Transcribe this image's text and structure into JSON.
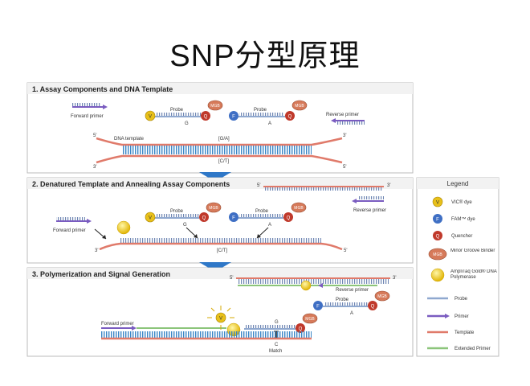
{
  "title": "SNP分型原理",
  "panels": [
    {
      "heading": "1. Assay Components and DNA Template"
    },
    {
      "heading": "2. Denatured Template and Annealing Assay Components"
    },
    {
      "heading": "3. Polymerization and Signal Generation"
    }
  ],
  "labels": {
    "probe": "Probe",
    "forward_primer": "Forward primer",
    "reverse_primer": "Reverse primer",
    "dna_template": "DNA template",
    "g_a": "[G/A]",
    "c_t": "[C/T]",
    "five_prime": "5'",
    "three_prime": "3'",
    "allele_g": "G",
    "allele_a": "A",
    "allele_c": "C",
    "match": "Match"
  },
  "glyphs": {
    "vic": "V",
    "fam": "F",
    "quencher": "Q",
    "mgb": "MGB"
  },
  "legend": {
    "title": "Legend",
    "items": [
      {
        "icon": "vic-dye-icon",
        "label": "VIC® dye"
      },
      {
        "icon": "fam-dye-icon",
        "label": "FAM™ dye"
      },
      {
        "icon": "quencher-icon",
        "label": "Quencher"
      },
      {
        "icon": "mgb-icon",
        "label": "Minor Groove Binder"
      },
      {
        "icon": "polymerase-icon",
        "label": "AmpliTaq Gold® DNA Polymerase"
      },
      {
        "icon": "probe-line-icon",
        "label": "Probe"
      },
      {
        "icon": "primer-line-icon",
        "label": "Primer"
      },
      {
        "icon": "template-line-icon",
        "label": "Template"
      },
      {
        "icon": "extended-primer-line-icon",
        "label": "Extended Primer"
      }
    ]
  },
  "colors": {
    "vic": "#e8c01a",
    "fam": "#3f6fc4",
    "quencher": "#c0392b",
    "mgb": "#d67a5a",
    "template": "#e07a6a",
    "probe": "#8fa8cf",
    "primer": "#7a5cc0",
    "extended": "#8cc57a",
    "arrow": "#2f78c8"
  }
}
